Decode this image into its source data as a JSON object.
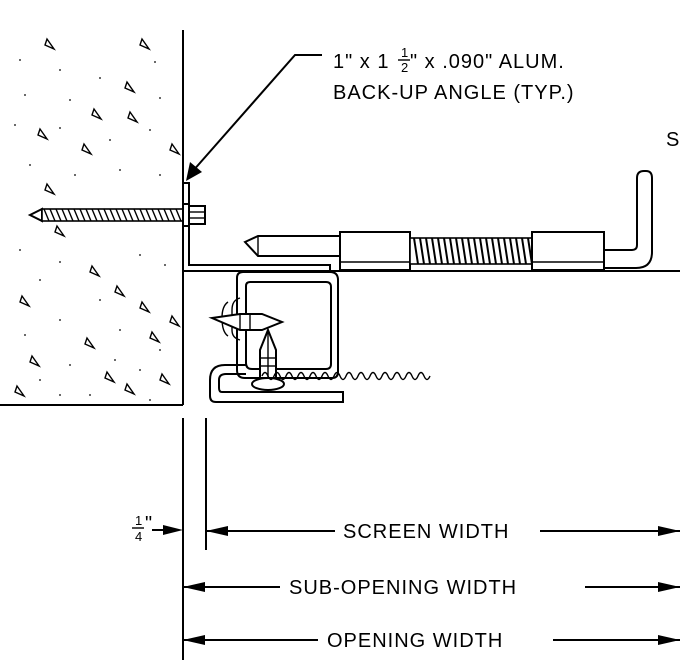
{
  "callout": {
    "line1_a": "1\" x 1",
    "line1_frac_num": "1",
    "line1_frac_den": "2",
    "line1_b": "\" x .090\" ALUM.",
    "line2": "BACK-UP ANGLE (TYP.)",
    "edge_text": "S"
  },
  "dimensions": {
    "gap_num": "1",
    "gap_den": "4",
    "gap_unit": "\"",
    "screen_width": "SCREEN WIDTH",
    "sub_opening_width": "SUB-OPENING WIDTH",
    "opening_width": "OPENING WIDTH"
  }
}
